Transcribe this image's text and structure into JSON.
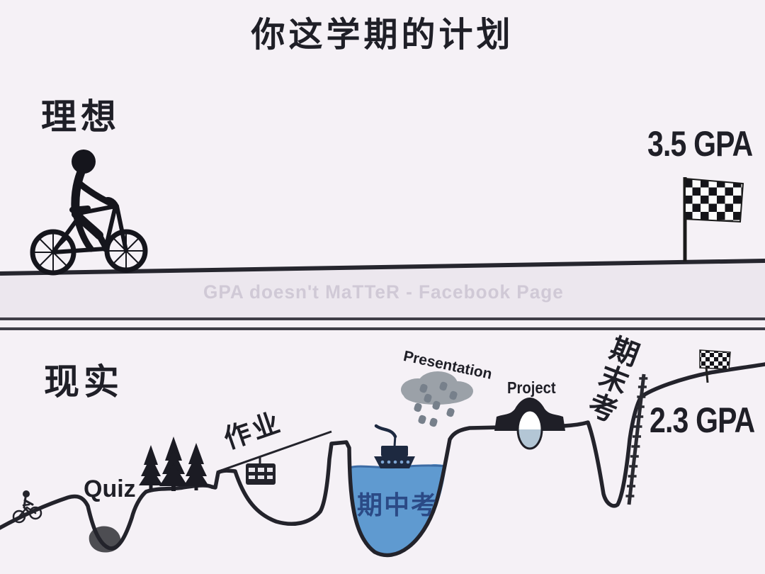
{
  "title": "你这学期的计划",
  "watermark": "GPA doesn't MaTTeR - Facebook Page",
  "top_panel": {
    "label": "理想",
    "goal": "3.5 GPA"
  },
  "bottom_panel": {
    "label": "现实",
    "obstacles": [
      {
        "id": "quiz",
        "label": "Quiz"
      },
      {
        "id": "homework",
        "label": "作业"
      },
      {
        "id": "midterm",
        "label": "期中考"
      },
      {
        "id": "presentation",
        "label": "Presentation"
      },
      {
        "id": "project",
        "label": "Project"
      },
      {
        "id": "final-exam",
        "label": "期末考"
      }
    ],
    "result": "2.3 GPA"
  },
  "colors": {
    "ink": "#1f1f27",
    "lake_blue": "#5f9ad0",
    "midterm_text_blue": "#2b4a86",
    "cloud_gray": "#9ba1a8",
    "watermark_gray": "#d0c9d6",
    "background": "#f5f1f6"
  }
}
